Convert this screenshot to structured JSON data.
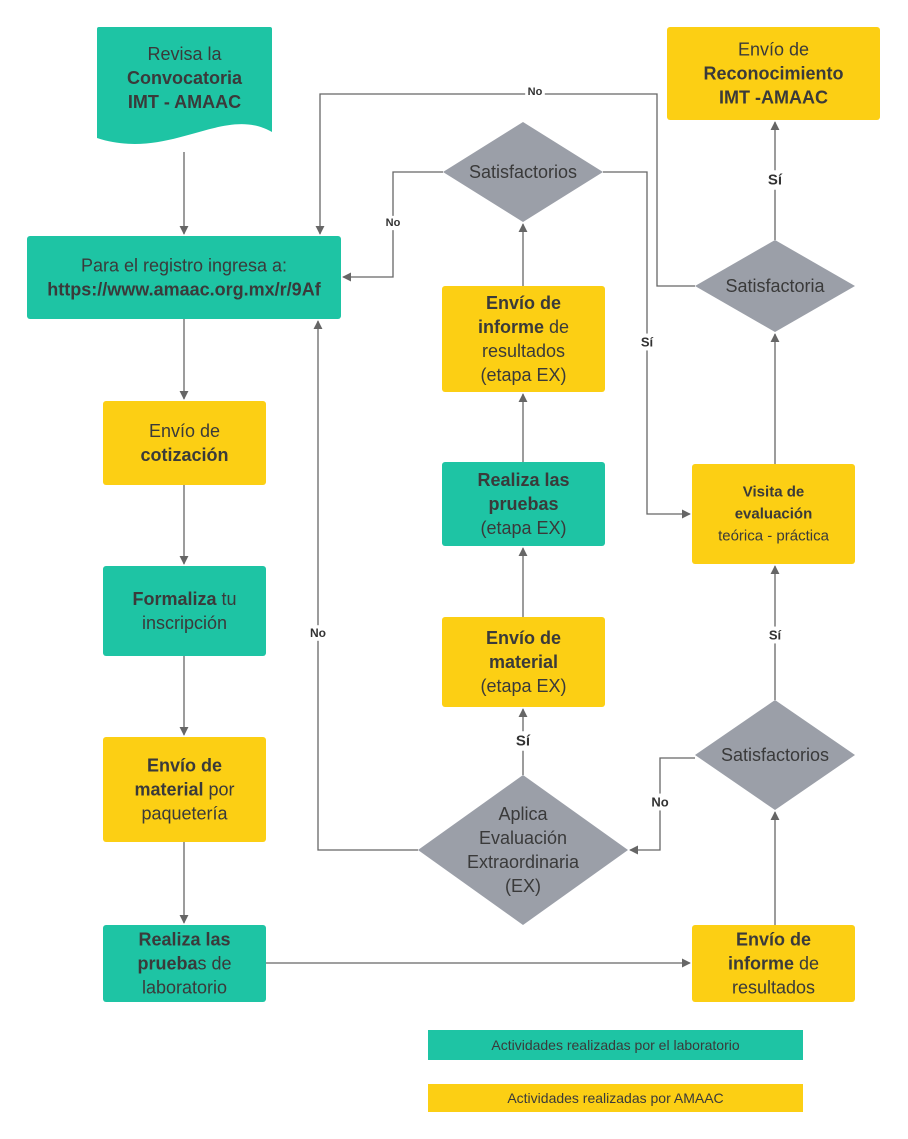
{
  "colors": {
    "lab": "#1ec4a4",
    "amaac": "#fccf14",
    "decision": "#9b9fa8",
    "line": "#666666"
  },
  "nodes": {
    "convocatoria": [
      "Revisa la",
      "Convocatoria",
      "IMT - AMAAC"
    ],
    "registro": [
      "Para el registro ingresa a:",
      "https://www.amaac.org.mx/r/9Af"
    ],
    "cotizacion": [
      "Envío de",
      "cotización"
    ],
    "formaliza": [
      "Formaliza tu",
      "inscripción"
    ],
    "material_paq": [
      "Envío de",
      "material por",
      "paquetería"
    ],
    "pruebas_lab": [
      "Realiza las",
      "pruebas de",
      "laboratorio"
    ],
    "informe": [
      "Envío de",
      "informe de",
      "resultados"
    ],
    "sat_informe": [
      "Satisfactorios"
    ],
    "aplica_ex": [
      "Aplica",
      "Evaluación",
      "Extraordinaria",
      "(EX)"
    ],
    "material_ex": [
      "Envío de",
      "material",
      "(etapa EX)"
    ],
    "pruebas_ex": [
      "Realiza las",
      "pruebas",
      "(etapa EX)"
    ],
    "informe_ex": [
      "Envío de",
      "informe de",
      "resultados",
      "(etapa EX)"
    ],
    "sat_ex": [
      "Satisfactorios"
    ],
    "visita": [
      "Visita de",
      "evaluación",
      "teórica - práctica"
    ],
    "sat_visita": [
      "Satisfactoria"
    ],
    "reconocimiento": [
      "Envío de",
      "Reconocimiento",
      "IMT -AMAAC"
    ]
  },
  "edge_labels": {
    "no_top": "No",
    "si_reconocimiento": "Sí",
    "no_sat_ex": "No",
    "si_sat_ex": "Sí",
    "no_aplica": "No",
    "si_aplica": "Sí",
    "si_visita": "Sí",
    "no_informe": "No"
  },
  "legend": {
    "lab": "Actividades realizadas por el laboratorio",
    "amaac": "Actividades realizadas por AMAAC"
  }
}
